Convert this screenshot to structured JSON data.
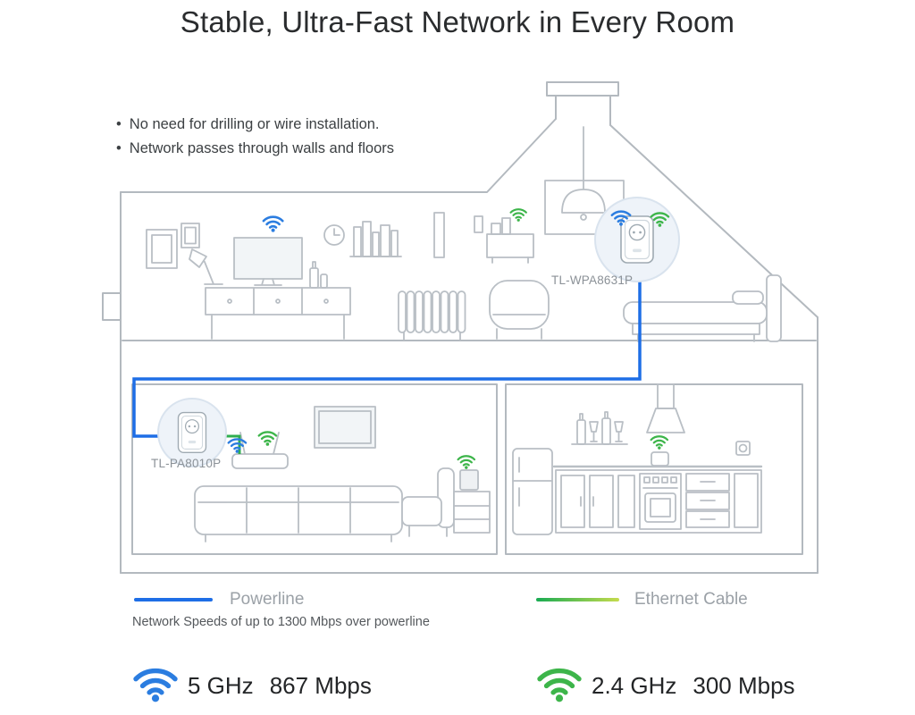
{
  "title": "Stable, Ultra-Fast Network in Every Room",
  "bullets": [
    "No need for drilling or wire installation.",
    "Network passes through walls and floors"
  ],
  "devices": {
    "upstairs_label": "TL-WPA8631P",
    "downstairs_label": "TL-PA8010P"
  },
  "legend": {
    "powerline_label": "Powerline",
    "powerline_note": "Network Speeds of up to 1300 Mbps over powerline",
    "ethernet_label": "Ethernet Cable"
  },
  "wifi_bands": {
    "band_5ghz": {
      "label": "5 GHz",
      "speed": "867 Mbps"
    },
    "band_24ghz": {
      "label": "2.4 GHz",
      "speed": "300 Mbps"
    }
  },
  "colors": {
    "powerline_blue": "#1e6ee6",
    "wifi_blue": "#2b7de0",
    "wifi_green": "#3db54a",
    "ethernet_gradient_start": "#19ab53",
    "ethernet_gradient_end": "#c5db4d",
    "house_line_gray": "#b3b9bf",
    "device_circle_fill": "#eef3f9"
  }
}
